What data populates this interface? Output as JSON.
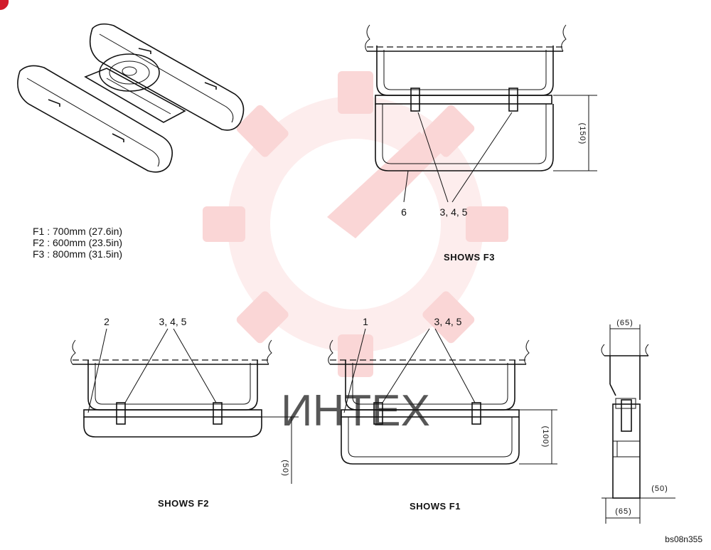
{
  "legend": {
    "f1": "F1 :  700mm (27.6in)",
    "f2": "F2 :  600mm (23.5in)",
    "f3": "F3 :  800mm (31.5in)"
  },
  "f3_view": {
    "caption": "SHOWS F3",
    "label_part6": "6",
    "label_parts345": "3, 4, 5",
    "dim_height": "(150)"
  },
  "f2_view": {
    "caption": "SHOWS F2",
    "label_part2": "2",
    "label_parts345": "3, 4, 5",
    "dim_height": "(50)"
  },
  "f1_view": {
    "caption": "SHOWS F1",
    "label_part1": "1",
    "label_parts345": "3, 4, 5",
    "dim_height": "(100)"
  },
  "side_view": {
    "dim_top": "(65)",
    "dim_bottom": "(65)",
    "dim_offset": "(50)"
  },
  "watermark": "ИНТЕХ",
  "drawing_code": "bs08n355",
  "colors": {
    "ink": "#111111",
    "watermark": "#f4a6a6",
    "corner_mark": "#d11a2a"
  }
}
